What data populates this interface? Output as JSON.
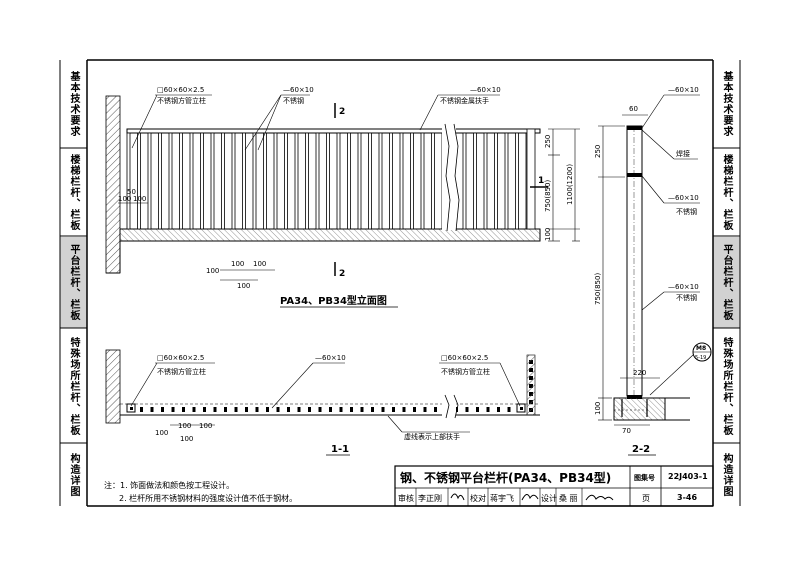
{
  "sidebar": {
    "left": [
      {
        "label": "基本技术要求",
        "active": false
      },
      {
        "label": "楼梯栏杆、栏板",
        "active": false
      },
      {
        "label": "平台栏杆、栏板",
        "active": true
      },
      {
        "label": "特殊场所栏杆、栏板",
        "active": false
      },
      {
        "label": "构造详图",
        "active": false
      }
    ],
    "right": [
      {
        "label": "基本技术要求",
        "active": false
      },
      {
        "label": "楼梯栏杆、栏板",
        "active": false
      },
      {
        "label": "平台栏杆、栏板",
        "active": true
      },
      {
        "label": "特殊场所栏杆、栏板",
        "active": false
      },
      {
        "label": "构造详图",
        "active": false
      }
    ]
  },
  "elevation": {
    "labels": {
      "post": "□60×60×2.5",
      "post_name": "不锈钢方管立柱",
      "bar": "—60×10",
      "bar_name": "不锈钢",
      "handrail": "—60×10",
      "handrail_name": "不锈钢金属扶手",
      "section_mark": "2"
    },
    "dims": {
      "h250": "250",
      "h750": "750(850)",
      "h1100": "1100(1200)",
      "h100": "100",
      "w50": "50",
      "w100a": "100",
      "w100b": "100",
      "b100a": "100",
      "b100b": "100",
      "b100c": "100",
      "b100d": "100"
    },
    "caption": "PA34、PB34型立面图",
    "section_1": "1"
  },
  "plan": {
    "labels": {
      "post_left": "□60×60×2.5",
      "post_left_name": "不锈钢方管立柱",
      "bar": "—60×10",
      "post_right": "□60×60×2.5",
      "post_right_name": "不锈钢方管立柱",
      "note": "虚线表示上部扶手"
    },
    "dims": {
      "d1": "100",
      "d2": "100",
      "d3": "100",
      "d4": "100"
    },
    "caption": "1-1"
  },
  "section22": {
    "labels": {
      "top_bar": "—60×10",
      "weld": "焊接",
      "mid_bar": "—60×10",
      "mid_bar_name": "不锈钢",
      "low_bar": "—60×10",
      "low_bar_name": "不锈钢",
      "w60": "60",
      "h250": "250",
      "h750": "750(850)",
      "h100": "100",
      "w220": "220",
      "w70": "70",
      "bolt": "M8",
      "bolt_ref": "5-19"
    },
    "caption": "2-2"
  },
  "notes": [
    "注：1. 饰面做法和颜色按工程设计。",
    "2. 栏杆所用不锈钢材料的强度设计值不低于钢材。"
  ],
  "title_block": {
    "title": "钢、不锈钢平台栏杆(PA34、PB34型)",
    "atlas_label": "图集号",
    "atlas_no": "22J403-1",
    "review_label": "审核",
    "reviewer": "李正刚",
    "check_label": "校对",
    "checker": "蒋宇飞",
    "design_label": "设计",
    "designer": "桑 丽",
    "page_label": "页",
    "page_no": "3-46"
  },
  "colors": {
    "line": "#000000",
    "active_tab": "#d2d2d2",
    "hatch": "#555555"
  }
}
